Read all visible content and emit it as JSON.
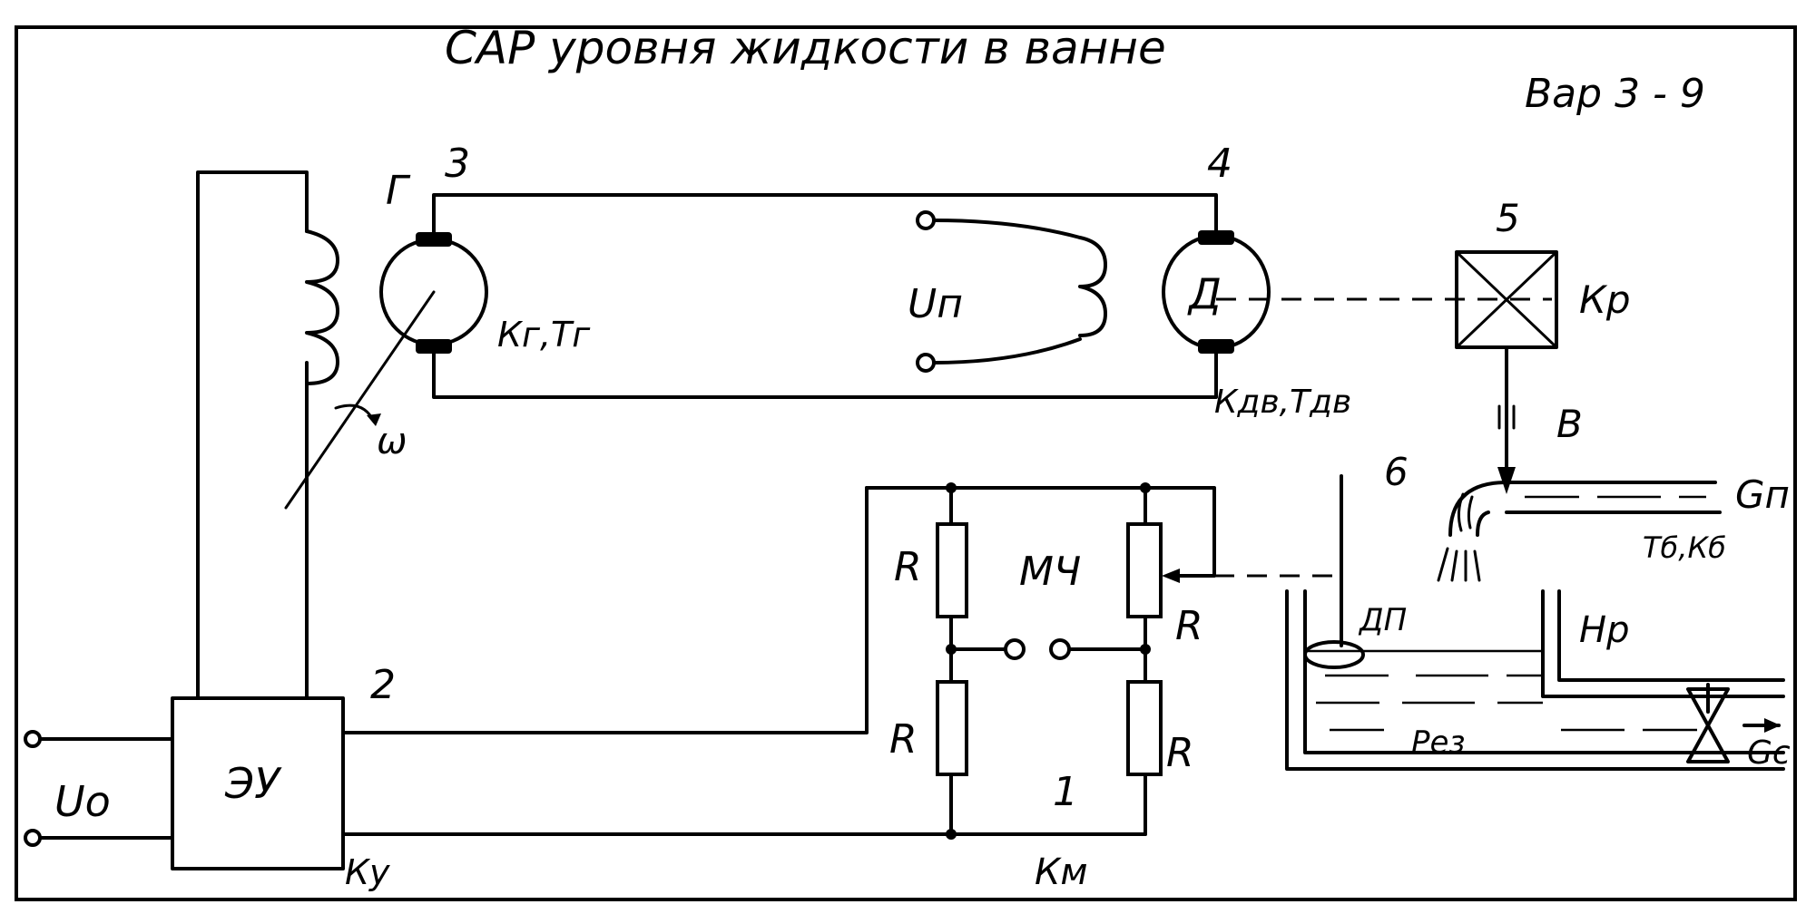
{
  "title": "САР уровня жидкости в ванне",
  "variant": "Вар 3 - 9",
  "labels": {
    "generator_letter": "Г",
    "generator_number": "3",
    "generator_params": "Кг,Тг",
    "motor_number": "4",
    "motor_letter": "Д",
    "motor_params": "Кдв,Тдв",
    "field_voltage": "Uп",
    "regulator_number": "5",
    "regulator_param": "Кр",
    "valve_letter": "В",
    "sensor_number": "6",
    "inflow": "Gп",
    "pipe_params": "Тб,Кб",
    "sensor_label": "ДП",
    "level": "Нр",
    "tank": "Рез",
    "outflow": "Gс",
    "omega": "ω",
    "amplifier": "ЭУ",
    "amplifier_number": "2",
    "amplifier_gain": "Ку",
    "input_voltage": "Uо",
    "bridge_label": "МЧ",
    "bridge_number": "1",
    "bridge_gain": "Км",
    "resistor": "R"
  }
}
